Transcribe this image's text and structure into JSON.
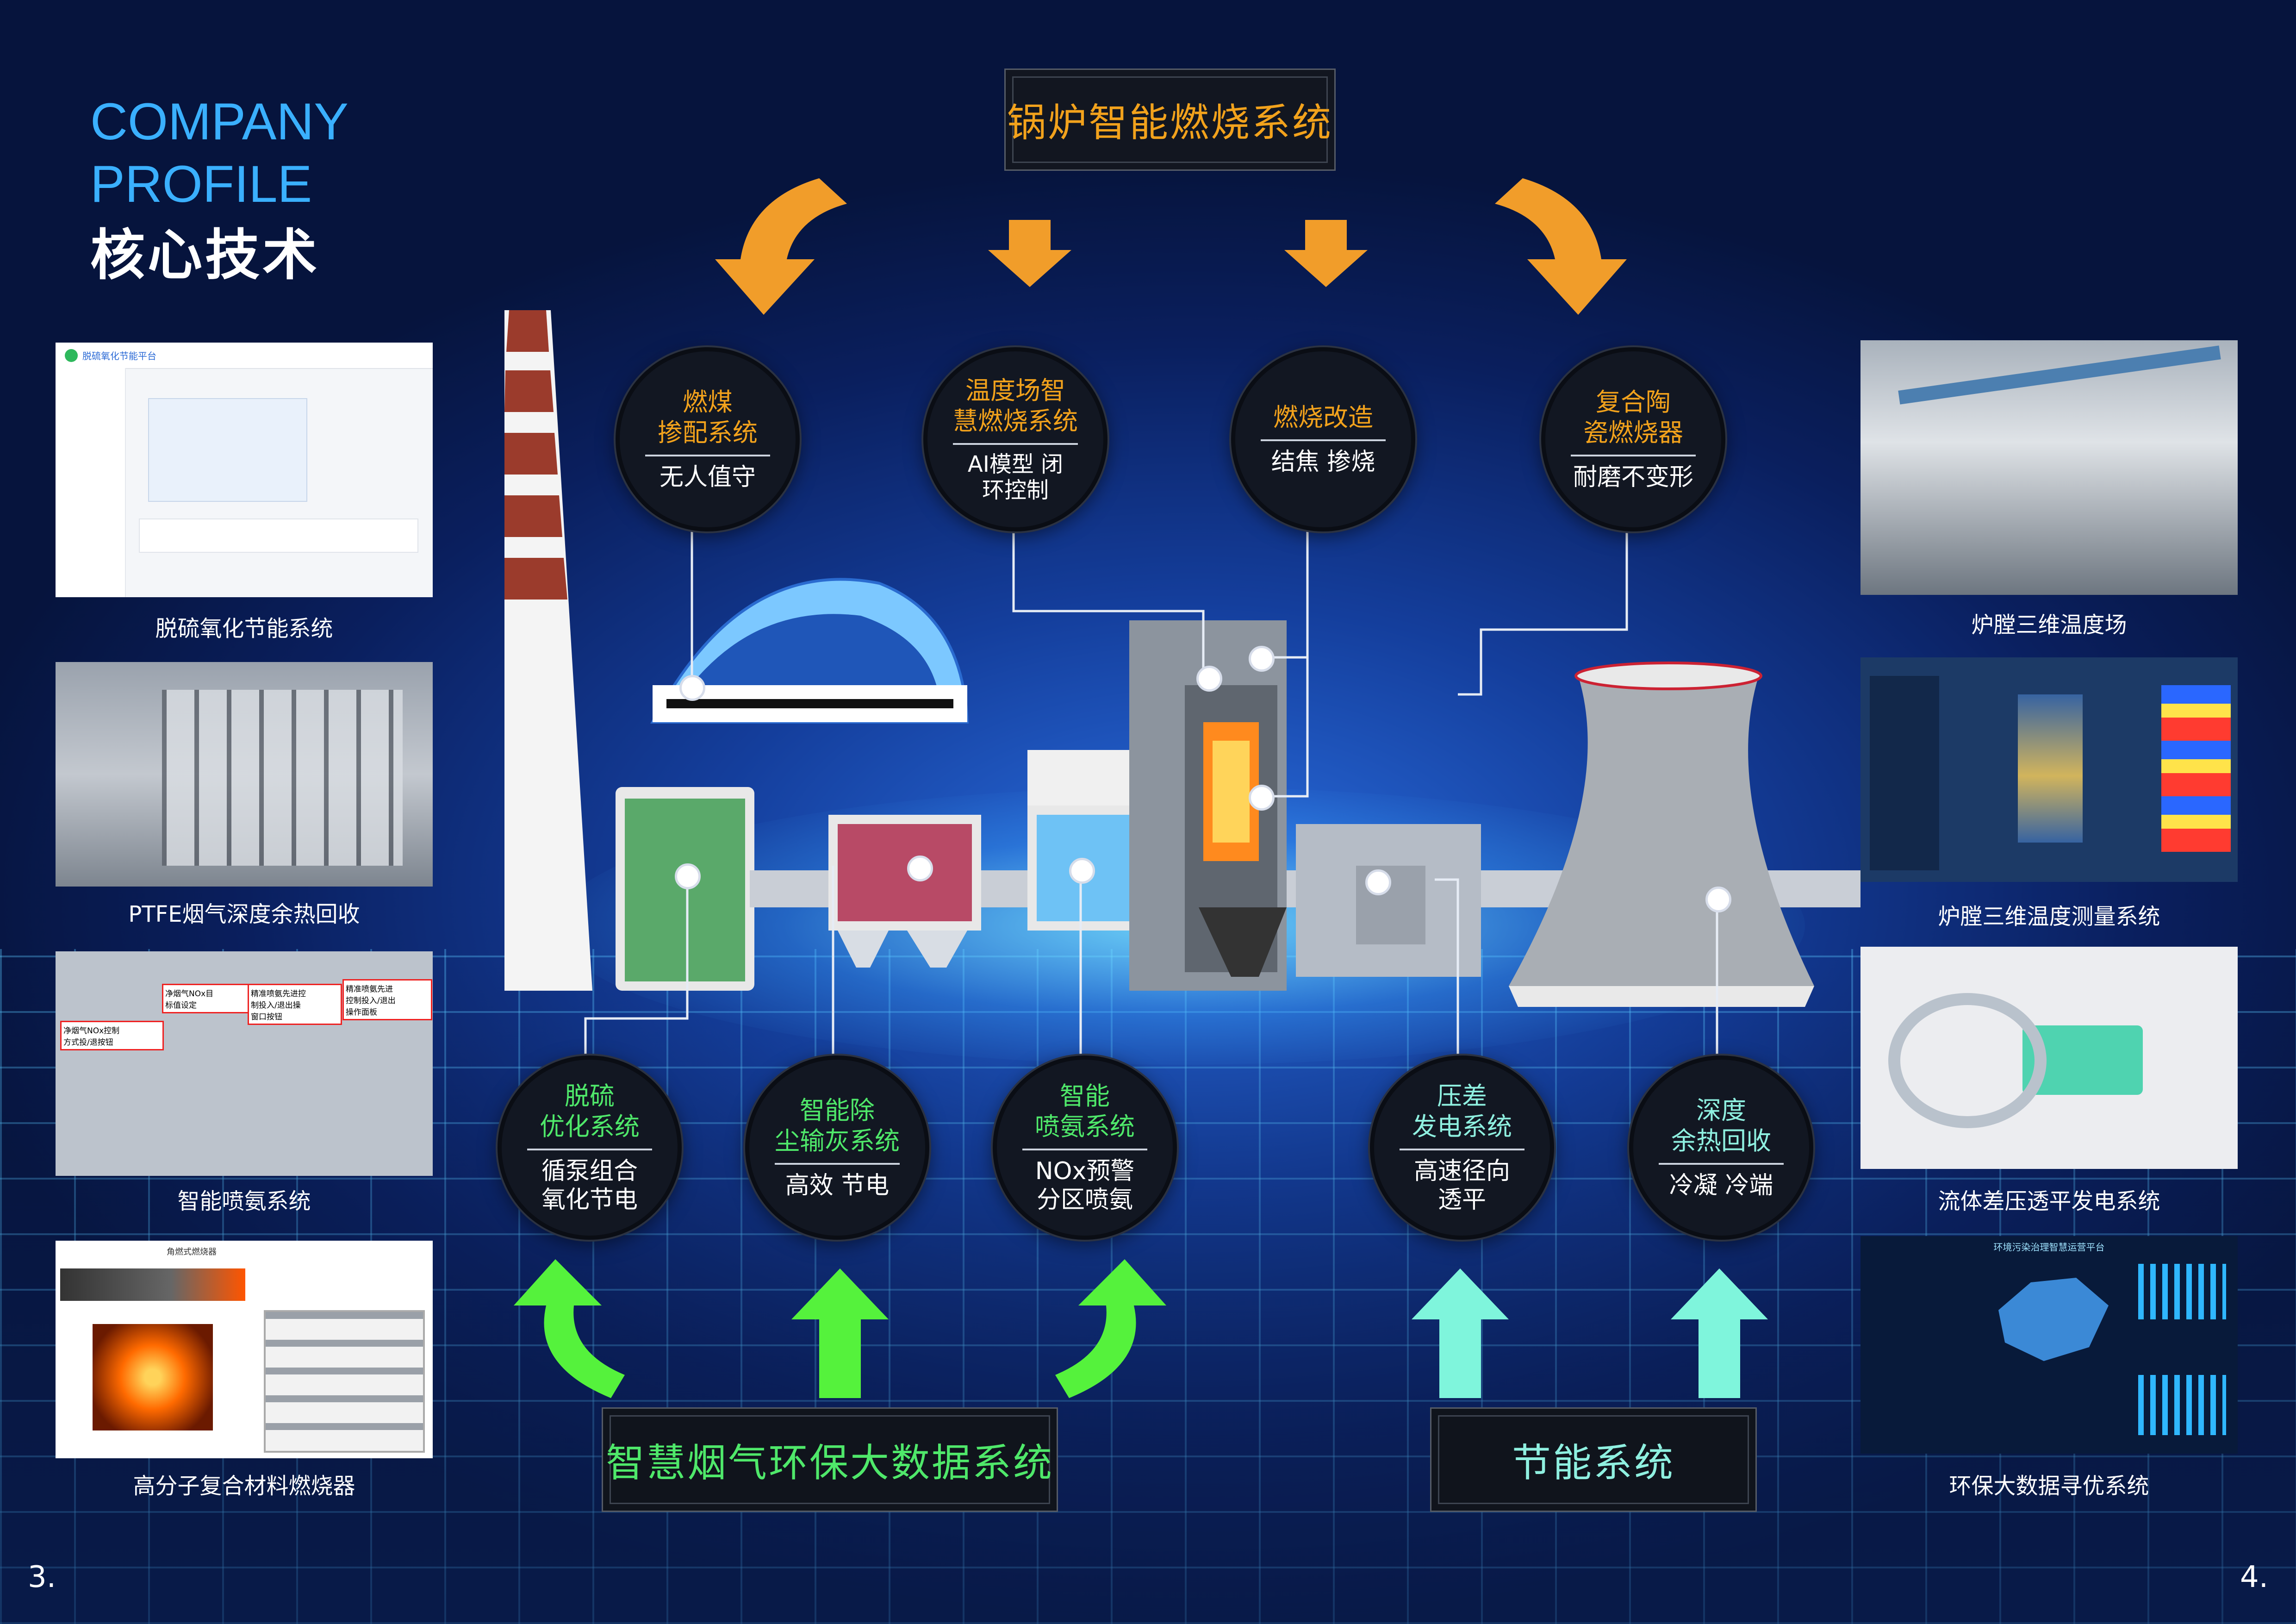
{
  "header": {
    "title_en_line1": "COMPANY",
    "title_en_line2": "PROFILE",
    "title_cn": "核心技术"
  },
  "pages": {
    "left": "3.",
    "right": "4."
  },
  "top_system": {
    "label": "锅炉智能燃烧系统"
  },
  "bottom_systems": {
    "env": "智慧烟气环保大数据系统",
    "energy": "节能系统"
  },
  "top_circles": [
    {
      "top": "燃煤\n掺配系统",
      "bottom": "无人值守"
    },
    {
      "top": "温度场智\n慧燃烧系统",
      "bottom": "AI模型 闭\n环控制"
    },
    {
      "top": "燃烧改造",
      "bottom": "结焦 掺烧"
    },
    {
      "top": "复合陶\n瓷燃烧器",
      "bottom": "耐磨不变形"
    }
  ],
  "bottom_circles": [
    {
      "top": "脱硫\n优化系统",
      "bottom": "循泵组合\n氧化节电"
    },
    {
      "top": "智能除\n尘输灰系统",
      "bottom": "高效 节电"
    },
    {
      "top": "智能\n喷氨系统",
      "bottom": "NOx预警\n分区喷氨"
    },
    {
      "top": "压差\n发电系统",
      "bottom": "高速径向\n透平"
    },
    {
      "top": "深度\n余热回收",
      "bottom": "冷凝 冷端"
    }
  ],
  "left_panels": [
    {
      "caption": "脱硫氧化节能系统",
      "inner_title": "脱硫氧化节能平台"
    },
    {
      "caption": "PTFE烟气深度余热回收"
    },
    {
      "caption": "智能喷氨系统",
      "labels": [
        "净烟气NOx目\n标值设定",
        "精准喷氨先进\n控制投入/退出\n操作面板",
        "净烟气NOx控制\n方式投/退按钮",
        "精准喷氨先进控\n制投入/退出操\n窗口按钮"
      ]
    },
    {
      "caption": "高分子复合材料燃烧器",
      "inner_label": "角燃式燃烧器"
    }
  ],
  "right_panels": [
    {
      "caption": "炉膛三维温度场"
    },
    {
      "caption": "炉膛三维温度测量系统"
    },
    {
      "caption": "流体差压透平发电系统"
    },
    {
      "caption": "环保大数据寻优系统",
      "inner_title": "环境污染治理智慧运营平台"
    }
  ],
  "colors": {
    "orange": "#f2a21c",
    "green": "#4fe86a",
    "teal": "#8ff0e0",
    "bg": "#0a1f5e"
  }
}
